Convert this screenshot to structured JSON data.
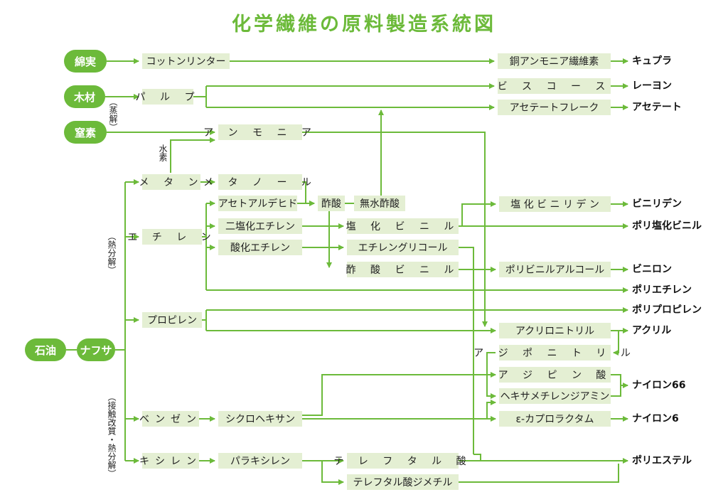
{
  "title": "化学繊維の原料製造系統図",
  "sources": {
    "cotton": "綿実",
    "wood": "木材",
    "nitrogen": "窒素",
    "oil": "石油",
    "naphtha": "ナフサ"
  },
  "notes": {
    "steam": "（蒸解）",
    "hydrogen": "水素",
    "pyrolysis": "（熱分解）",
    "reforming": "（接触改質・熱分解）"
  },
  "nodes": {
    "cotton_linter": "コットンリンター",
    "pulp": "パ ル プ",
    "ammonia": "ア ン モ ニ ア",
    "methane": "メ タ ン",
    "methanol": "メ タ ノ ー ル",
    "ethylene": "エ チ レ ン",
    "acetaldehyde": "アセトアルデヒド",
    "acetic_acid": "酢酸",
    "acetic_anhydride": "無水酢酸",
    "dichloroethylene": "二塩化エチレン",
    "ethylene_oxide": "酸化エチレン",
    "vinyl_chloride": "塩 化 ビ ニ ル",
    "ethylene_glycol": "エチレングリコール",
    "vinyl_acetate": "酢 酸 ビ ニ ル",
    "propylene": "プロピレン",
    "benzene": "ベンゼン",
    "cyclohexane": "シクロヘキサン",
    "xylene": "キシレン",
    "paraxylene": "パラキシレン",
    "cuprammonium_cellulose": "銅アンモニア繊維素",
    "viscose": "ビ ス コ ー ス",
    "acetate_flake": "アセテートフレーク",
    "vinylidene_chloride": "塩 化 ビ ニ リ デ ン",
    "polyvinyl_alcohol": "ポリビニルアルコール",
    "acrylonitrile": "アクリロニトリル",
    "adiponitrile": "ア ジ ポ ニ ト リ ル",
    "adipic_acid": "ア ジ ピ ン 酸",
    "hexamethylenediamine": "ヘキサメチレンジアミン",
    "caprolactam": "ε-カプロラクタム",
    "terephthalic_acid": "テ レ フ タ ル 酸",
    "dimethyl_terephthalate": "テレフタル酸ジメチル"
  },
  "products": {
    "cupra": "キュプラ",
    "rayon": "レーヨン",
    "acetate": "アセテート",
    "vinylidene": "ビニリデン",
    "pvc": "ポリ塩化ビニル",
    "vinylon": "ビニロン",
    "polyethylene": "ポリエチレン",
    "polypropylene": "ポリプロピレン",
    "acrylic": "アクリル",
    "nylon66": "ナイロン66",
    "nylon6": "ナイロン6",
    "polyester": "ポリエステル"
  },
  "colors": {
    "accent": "#6cba3a",
    "box_fill": "#e4efd3"
  }
}
